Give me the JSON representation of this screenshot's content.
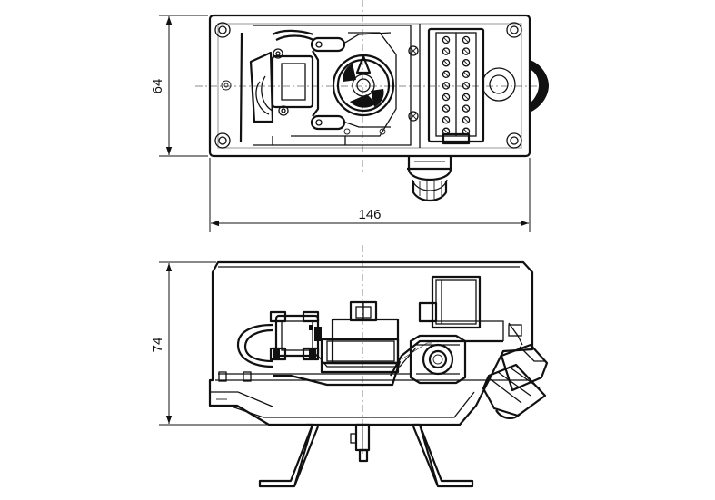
{
  "dimensions": {
    "top_height": "64",
    "width": "146",
    "side_height": "74"
  }
}
